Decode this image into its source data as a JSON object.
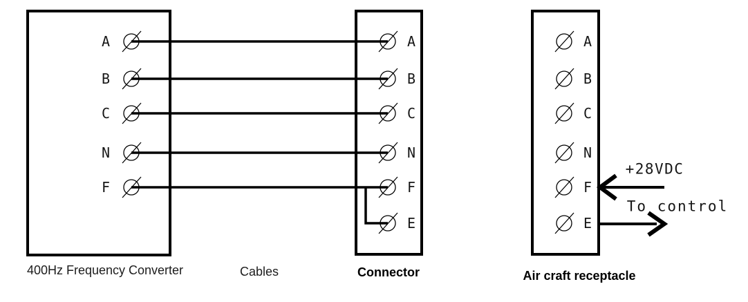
{
  "diagram": {
    "colors": {
      "line": "#000000",
      "background": "#ffffff"
    },
    "terminal_symbol": "circle-slash",
    "converter": {
      "label": "400Hz Frequency Converter",
      "terminals": [
        "A",
        "B",
        "C",
        "N",
        "F"
      ]
    },
    "cables_label": "Cables",
    "connector": {
      "label": "Connector",
      "terminals": [
        "A",
        "B",
        "C",
        "N",
        "F",
        "E"
      ]
    },
    "receptacle": {
      "label": "Air craft receptacle",
      "terminals": [
        "A",
        "B",
        "C",
        "N",
        "F",
        "E"
      ]
    },
    "annotations": {
      "f_input": "+28VDC",
      "e_output": "To control"
    }
  }
}
